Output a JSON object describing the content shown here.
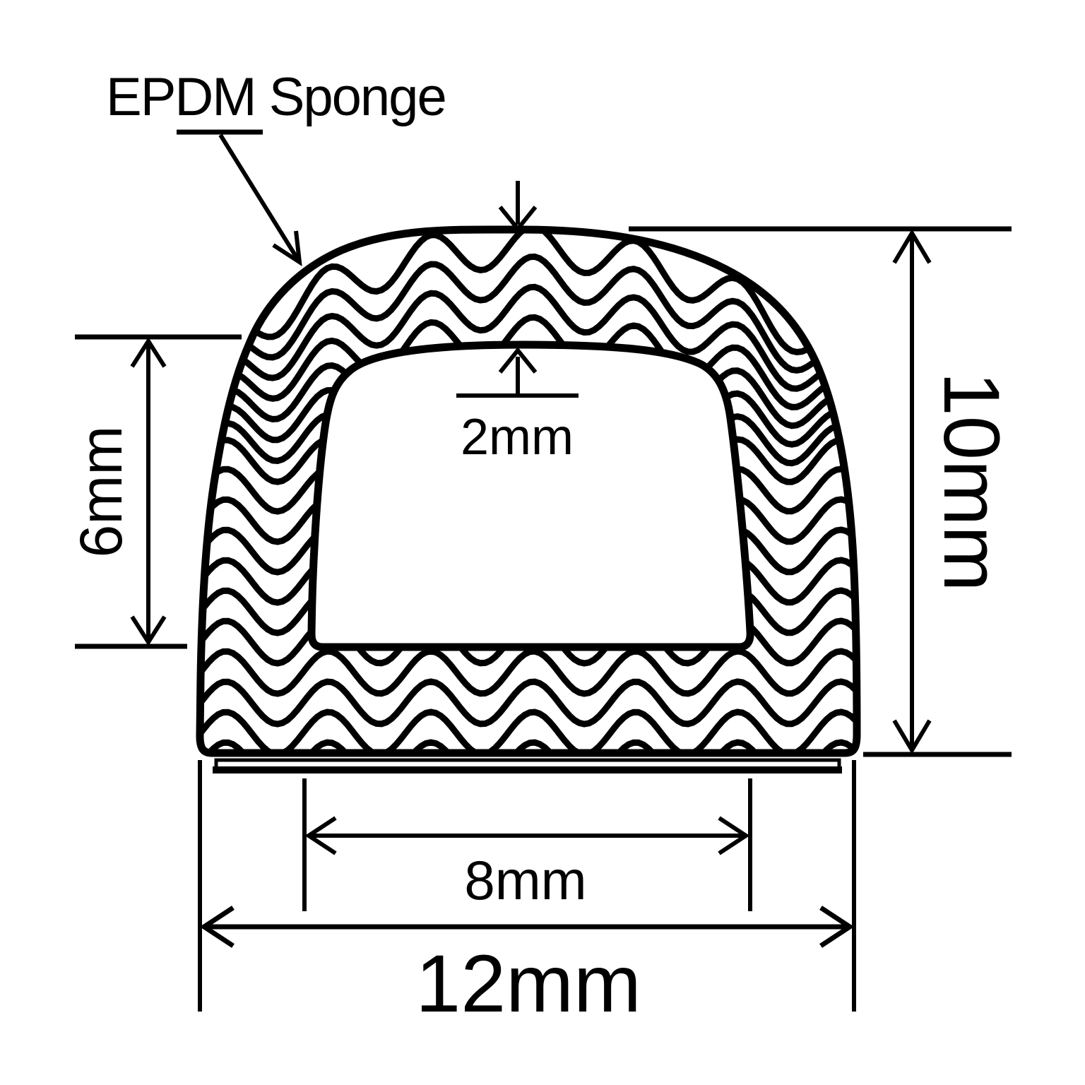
{
  "diagram": {
    "title_label": "EPDM Sponge",
    "dims": {
      "top_wall_thickness": "2mm",
      "inner_height": "6mm",
      "inner_width": "8mm",
      "overall_height": "10mm",
      "overall_width": "12mm"
    },
    "colors": {
      "ink": "#000000",
      "background": "#ffffff"
    }
  }
}
